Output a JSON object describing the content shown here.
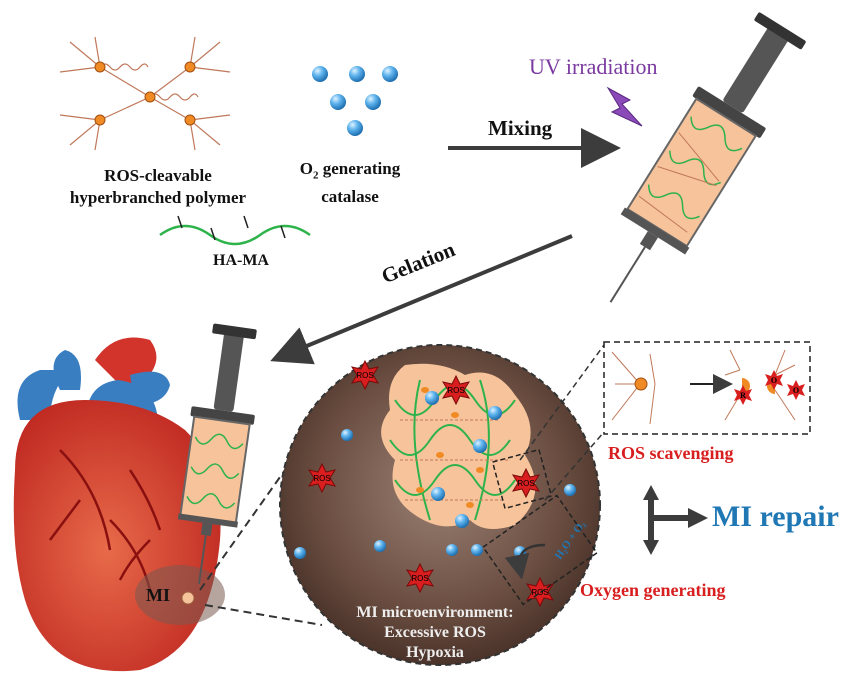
{
  "labels": {
    "polymer_line1": "ROS-cleavable",
    "polymer_line2": "hyperbranched polymer",
    "catalase_o": "O",
    "catalase_sub": "2",
    "catalase_rest": " generating",
    "catalase_line2": "catalase",
    "hama": "HA-MA",
    "uv": "UV irradiation",
    "mixing": "Mixing",
    "gelation": "Gelation",
    "ros_scavenging": "ROS scavenging",
    "oxygen_generating": "Oxygen generating",
    "mi_repair": "MI repair",
    "mi": "MI",
    "micro_line1": "MI microenvironment:",
    "micro_line2": "Excessive ROS",
    "micro_line3": "Hypoxia",
    "ros": "ROS",
    "reaction": "H₂O + O₂",
    "o_small": "O",
    "r_small": "R"
  },
  "colors": {
    "uv_purple": "#7a3aa0",
    "ros_red": "#d81e1e",
    "mi_repair_blue": "#1f78b4",
    "arrow_gray": "#3c3c3c",
    "bubble_blue": "#3a9ee0",
    "hydrogel_peach": "#f7c39a",
    "hama_green": "#2db34a",
    "node_orange": "#f08a24",
    "circle_brown": "#5a4037",
    "heart_red": "#d2332a",
    "vessel_blue": "#3a7ec2"
  },
  "icons": [
    "lightning-icon",
    "syringe-icon",
    "heart-illustration",
    "ros-starburst-icon",
    "oxygen-bubble-icon"
  ]
}
